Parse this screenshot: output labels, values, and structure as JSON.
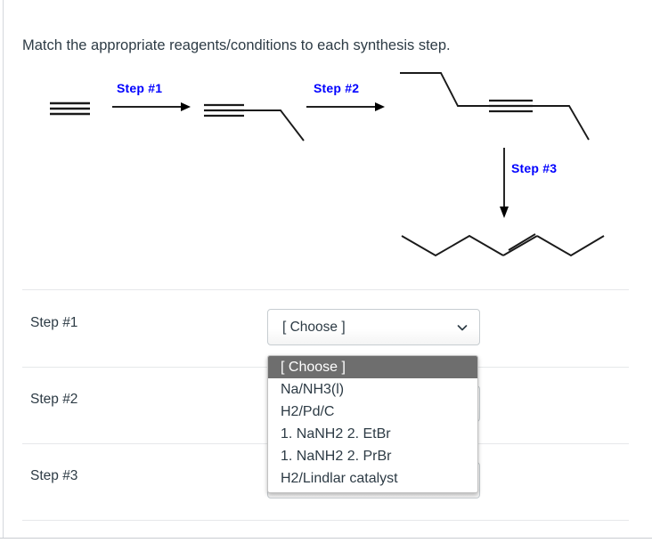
{
  "prompt": "Match the appropriate reagents/conditions to each synthesis step.",
  "scheme": {
    "step1_label": "Step #1",
    "step2_label": "Step #2",
    "step3_label": "Step #3",
    "arrow_color": "#000000",
    "label_color": "#0000FF"
  },
  "rows": [
    {
      "label": "Step #1",
      "value": "[ Choose ]"
    },
    {
      "label": "Step #2",
      "value": "[ Choose ]"
    },
    {
      "label": "Step #3",
      "value": "[ Choose ]"
    }
  ],
  "dropdown": {
    "open_for_row": "Step #2",
    "selected": "[ Choose ]",
    "highlight_color": "#6e6e6e",
    "options": [
      "[ Choose ]",
      "Na/NH3(l)",
      "H2/Pd/C",
      "1. NaNH2 2. EtBr",
      "1. NaNH2 2. PrBr",
      "H2/Lindlar catalyst"
    ]
  },
  "icons": {
    "chevron": "chevron-down-icon"
  }
}
